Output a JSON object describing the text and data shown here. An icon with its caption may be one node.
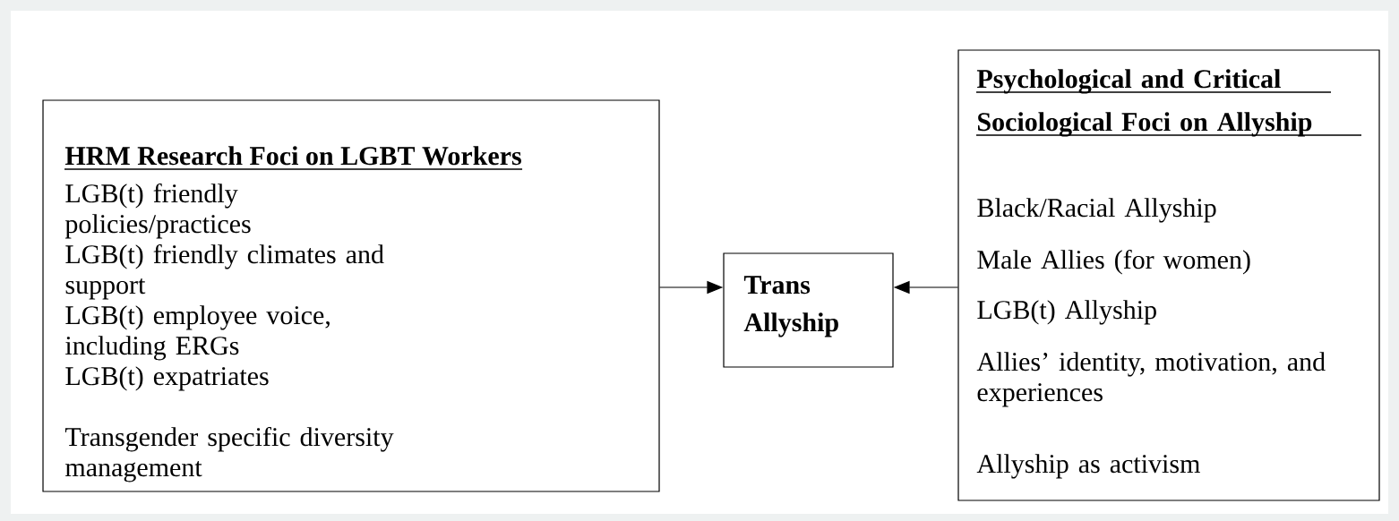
{
  "diagram": {
    "nodes": [
      {
        "text": [
          "HRM Research Foci on LGBT Workers",
          "LGB(t) friendly policies/practices",
          "LGB(t) friendly climates and support",
          "LGB(t) employee voice, including ERGs",
          "LGB(t) expatriates",
          "Transgender specific diversity management"
        ]
      },
      {
        "text": [
          "Trans Allyship"
        ]
      },
      {
        "text": [
          "Psychological and Critical Sociological Foci on Allyship",
          "Black/Racial Allyship",
          "Male Allies (for women)",
          "LGB(t) Allyship",
          "Allies’ identity, motivation, and experiences",
          "Allyship as activism"
        ]
      }
    ],
    "edges": [
      {
        "from": 0,
        "to": 1,
        "arrow": "to"
      },
      {
        "from": 2,
        "to": 1,
        "arrow": "to"
      }
    ]
  }
}
